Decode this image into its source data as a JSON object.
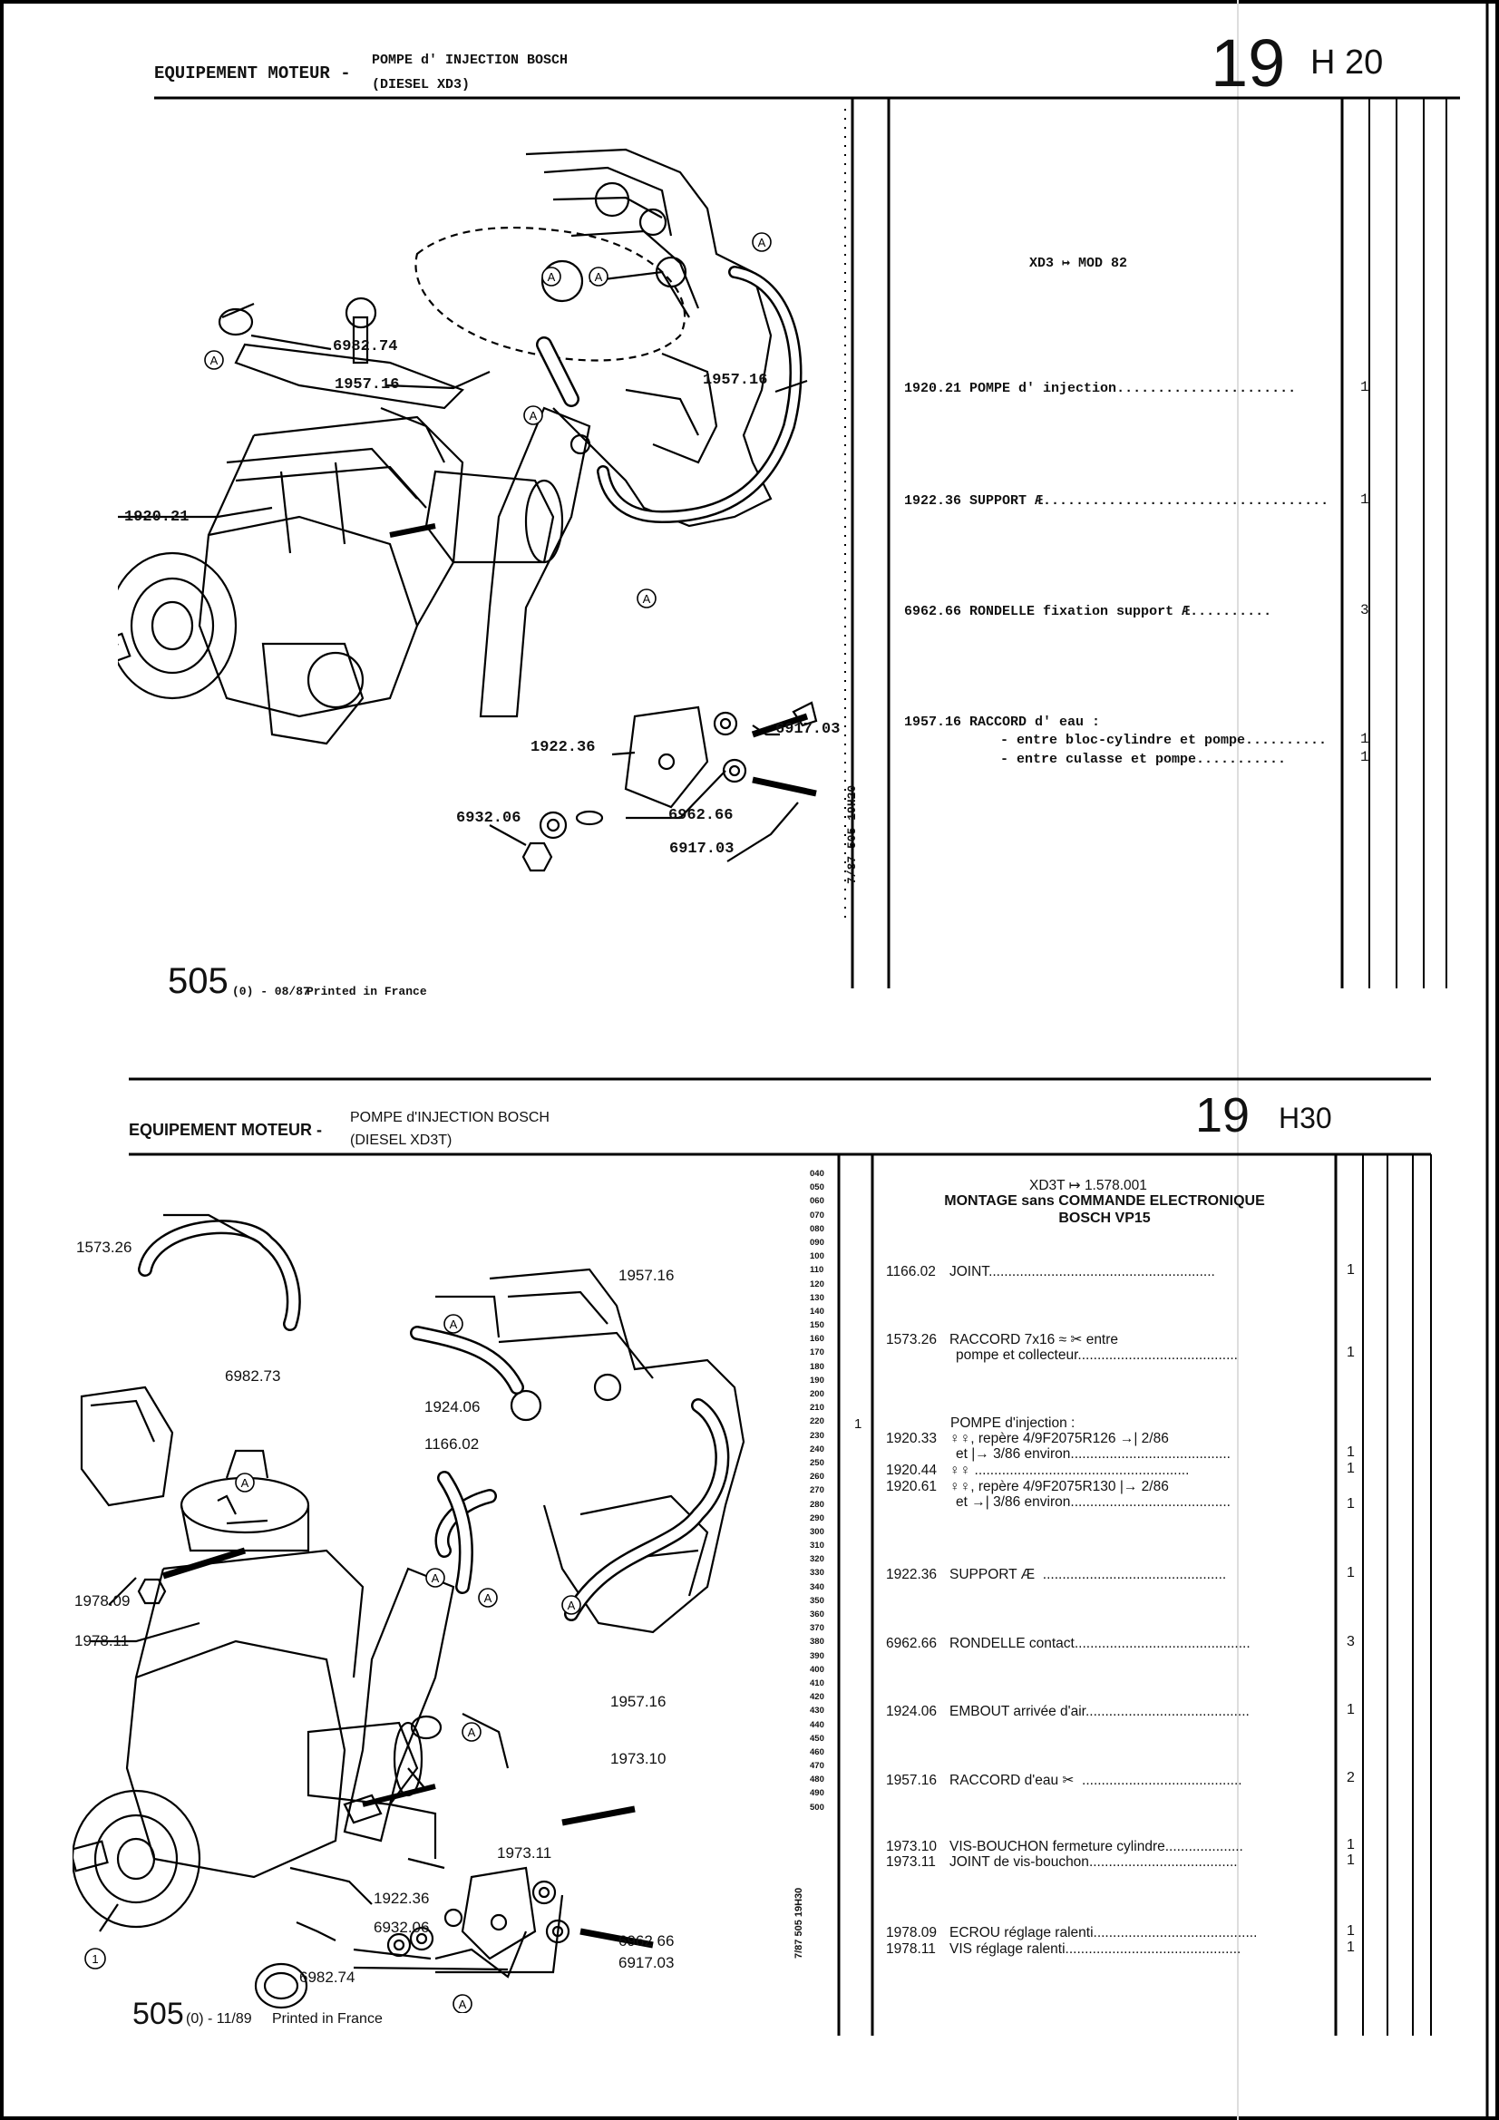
{
  "module1": {
    "header": {
      "title": "EQUIPEMENT MOTEUR -",
      "subtitle1": "POMPE d' INJECTION BOSCH",
      "subtitle2": "(DIESEL XD3)",
      "group": "19",
      "code": "H 20"
    },
    "callouts": {
      "c1": "6982.74",
      "c2": "1957.16",
      "c3": "1957.16",
      "c4": "1920.21",
      "c5": "1922.36",
      "c6": "6917.03",
      "c7": "6932.06",
      "c8": "6962.66",
      "c9": "6917.03",
      "marker": "A"
    },
    "side_code": "7/87 505 19H20",
    "applicability": "XD3 ↦ MOD 82",
    "rows": [
      {
        "ref": "1920.21",
        "desc": "POMPE d' injection",
        "qty": "1"
      },
      {
        "ref": "1922.36",
        "desc": "SUPPORT",
        "qty": "1"
      },
      {
        "ref": "6962.66",
        "desc": "RONDELLE fixation support",
        "qty": "3"
      },
      {
        "ref": "1957.16",
        "desc": "RACCORD d' eau :",
        "qty": ""
      }
    ],
    "sub_rows": [
      {
        "desc": "- entre bloc-cylindre et pompe",
        "qty": "1"
      },
      {
        "desc": "- entre culasse et pompe",
        "qty": "1"
      }
    ],
    "footer": {
      "model": "505",
      "edition": "(0) - 08/87",
      "printed": "Printed in France"
    }
  },
  "module2": {
    "header": {
      "title": "EQUIPEMENT MOTEUR -",
      "subtitle1": "POMPE d'INJECTION BOSCH",
      "subtitle2": "(DIESEL XD3T)",
      "group": "19",
      "code": "H30"
    },
    "callouts": {
      "c1": "1573.26",
      "c2": "1957.16",
      "c3": "6982.73",
      "c4": "1924.06",
      "c5": "1166.02",
      "c6": "1978.09",
      "c7": "1978.11",
      "c8": "1957.16",
      "c9": "1973.10",
      "c10": "1973.11",
      "c11": "1922.36",
      "c12": "6932.06",
      "c13": "6962 66",
      "c14": "6917.03",
      "c15": "6982.74",
      "circle1": "1",
      "marker": "A"
    },
    "side_code": "7/87 505 19H30",
    "scale": [
      "040",
      "050",
      "060",
      "070",
      "080",
      "090",
      "100",
      "110",
      "120",
      "130",
      "140",
      "150",
      "160",
      "170",
      "180",
      "190",
      "200",
      "210",
      "220",
      "230",
      "240",
      "250",
      "260",
      "270",
      "280",
      "290",
      "300",
      "310",
      "320",
      "330",
      "340",
      "350",
      "360",
      "370",
      "380",
      "390",
      "400",
      "410",
      "420",
      "430",
      "440",
      "450",
      "460",
      "470",
      "480",
      "490",
      "500"
    ],
    "scale_marker": "1",
    "applicability": "XD3T ↦ 1.578.001",
    "montage1": "MONTAGE sans COMMANDE ELECTRONIQUE",
    "montage2": "BOSCH VP15",
    "rows": [
      {
        "ref": "1166.02",
        "desc": "JOINT",
        "qty": "1"
      },
      {
        "ref": "1573.26",
        "desc": "RACCORD 7x16 ≈ ✂ entre",
        "qty": ""
      },
      {
        "ref": "",
        "desc": "pompe et collecteur",
        "qty": "1"
      },
      {
        "ref": "",
        "desc": "POMPE d'injection :",
        "qty": ""
      },
      {
        "ref": "1920.33",
        "desc": "♀♀, repère 4/9F2075R126 →| 2/86",
        "qty": ""
      },
      {
        "ref": "",
        "desc": "et |→ 3/86 environ",
        "qty": "1"
      },
      {
        "ref": "1920.44",
        "desc": "♀♀",
        "qty": "1"
      },
      {
        "ref": "1920.61",
        "desc": "♀♀, repère 4/9F2075R130 |→ 2/86",
        "qty": ""
      },
      {
        "ref": "",
        "desc": "et →| 3/86 environ",
        "qty": "1"
      },
      {
        "ref": "1922.36",
        "desc": "SUPPORT",
        "qty": "1"
      },
      {
        "ref": "6962.66",
        "desc": "RONDELLE contact",
        "qty": "3"
      },
      {
        "ref": "1924.06",
        "desc": "EMBOUT arrivée d'air",
        "qty": "1"
      },
      {
        "ref": "1957.16",
        "desc": "RACCORD d'eau ✂",
        "qty": "2"
      },
      {
        "ref": "1973.10",
        "desc": "VIS-BOUCHON fermeture cylindre",
        "qty": "1"
      },
      {
        "ref": "1973.11",
        "desc": "JOINT de vis-bouchon",
        "qty": "1"
      },
      {
        "ref": "1978.09",
        "desc": "ECROU réglage ralenti",
        "qty": "1"
      },
      {
        "ref": "1978.11",
        "desc": "VIS réglage ralenti",
        "qty": "1"
      }
    ],
    "footer": {
      "model": "505",
      "edition": "(0) - 11/89",
      "printed": "Printed in France"
    }
  }
}
